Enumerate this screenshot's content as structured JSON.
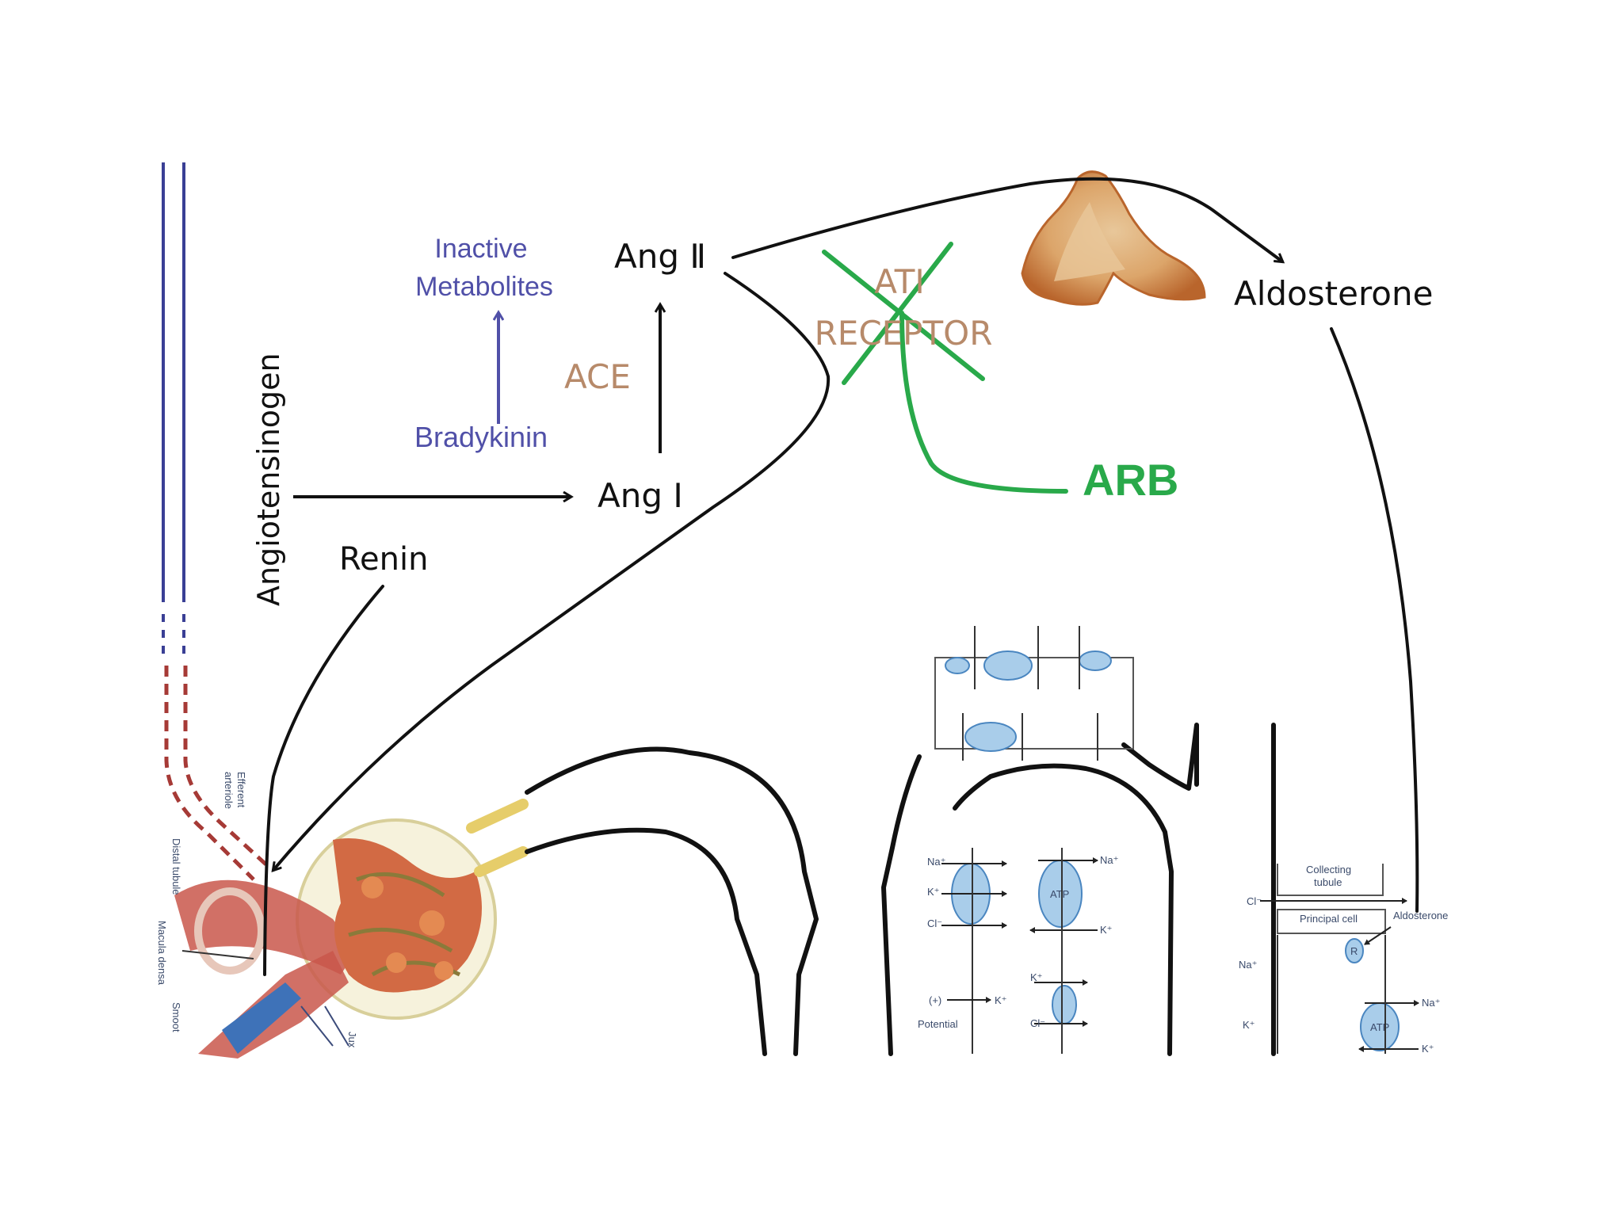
{
  "labels": {
    "inactive_metabolites_line1": "Inactive",
    "inactive_metabolites_line2": "Metabolites",
    "ang2": "Ang Ⅱ",
    "ang1": "Ang Ⅰ",
    "ace": "ACE",
    "bradykinin": "Bradykinin",
    "angiotensinogen": "Angiotensinogen",
    "renin": "Renin",
    "at1_receptor_line1": "ATⅠ",
    "at1_receptor_line2": "RECEPTOR",
    "arb": "ARB",
    "aldosterone": "Aldosterone"
  },
  "anatomy_labels": {
    "efferent_arteriole_1": "Efferent",
    "efferent_arteriole_2": "arteriole",
    "distal_tubule": "Distal tubule",
    "macula_densa": "Macula densa",
    "smooth": "Smoot",
    "juxta": "Jux",
    "collecting_tubule_1": "Collecting",
    "collecting_tubule_2": "tubule",
    "principal_cell": "Principal cell",
    "aldosterone_small": "Aldosterone",
    "receptor_r": "R",
    "atp": "ATP",
    "potential": "Potential",
    "na": "Na⁺",
    "k": "K⁺",
    "cl": "Cl⁻",
    "plus_sign": "(+)"
  },
  "colors": {
    "black": "#111111",
    "blue_text": "#5050a8",
    "tan_text": "#b78a6a",
    "green": "#29a94a",
    "vessel_blue": "#3a3f95",
    "vessel_red": "#a63a36",
    "ion_fill": "#a9cdea"
  }
}
